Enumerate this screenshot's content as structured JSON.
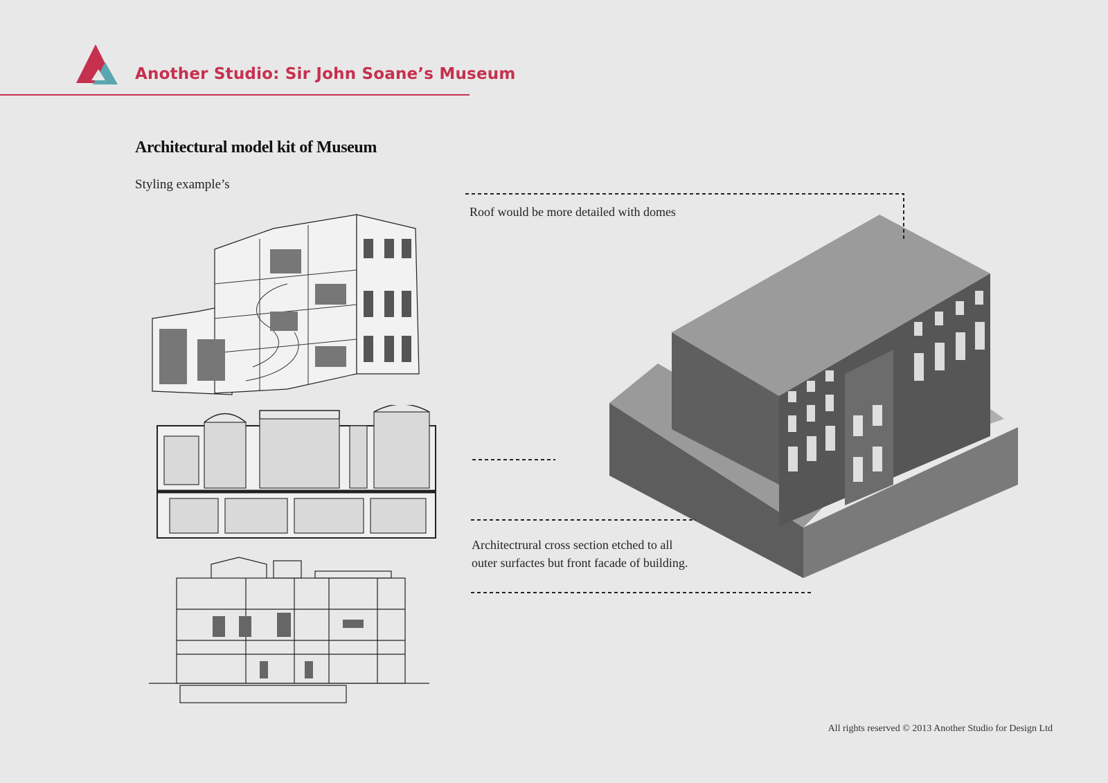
{
  "header": {
    "title": "Another Studio: Sir John Soane’s Museum",
    "brand_color": "#c6304f",
    "logo_accent_color": "#5aa7b0"
  },
  "main": {
    "heading": "Architectural model kit of Museum",
    "subheading": "Styling example’s"
  },
  "annotations": {
    "roof_note": "Roof would be more detailed with domes",
    "section_note_line1": "Architectrural cross section  etched to all",
    "section_note_line2": "outer surfactes but front facade of building."
  },
  "footer": {
    "copyright": "All rights reserved © 2013 Another Studio for Design Ltd"
  }
}
